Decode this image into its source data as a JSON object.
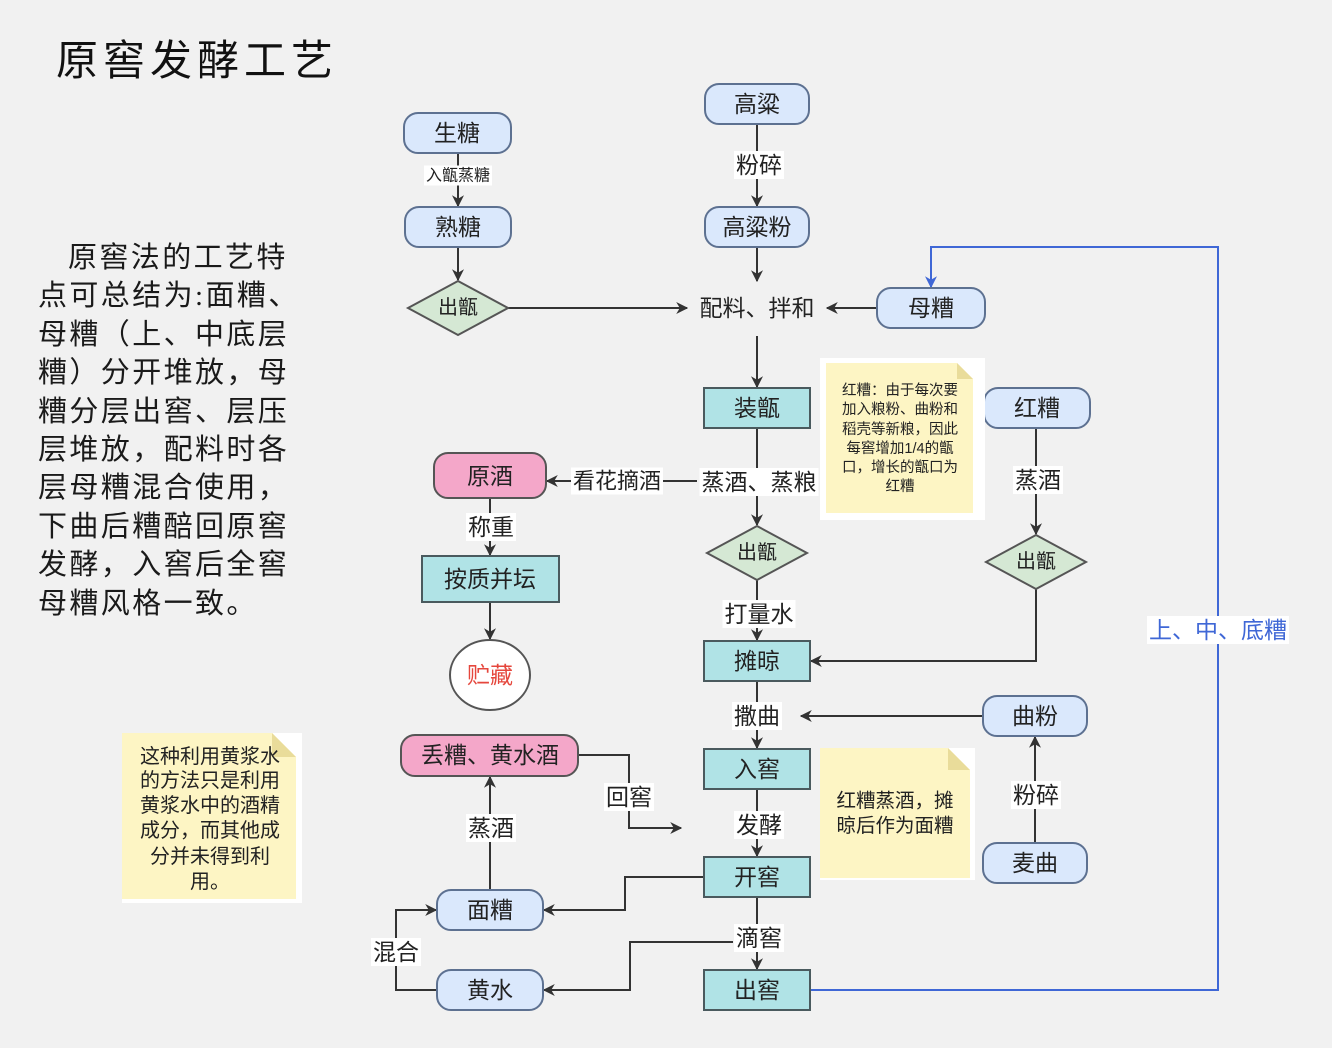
{
  "title": "原窖发酵工艺",
  "description": {
    "lines": [
      "原窖法的工艺特",
      "点可总结为:面糟、",
      "母糟（上、中底层",
      "糟）分开堆放，母",
      "糟分层出窖、层压",
      "层堆放，配料时各",
      "层母糟混合使用，",
      "下曲后糟醅回原窖",
      "发酵，入窖后全窖",
      "母糟风格一致。"
    ]
  },
  "notes": {
    "yellow_water": {
      "lines": [
        "这种利用黄浆水",
        "的方法只是利用",
        "黄浆水中的酒精",
        "成分，而其他成",
        "分并未得到利",
        "用。"
      ]
    },
    "red_grains": {
      "lines": [
        "红糟：由于每次要",
        "加入粮粉、曲粉和",
        "稻壳等新粮，因此",
        "每窖增加1/4的甑",
        "口，增长的甑口为",
        "红糟"
      ]
    },
    "red_grains_use": {
      "lines": [
        "红糟蒸酒，摊",
        "晾后作为面糟"
      ]
    }
  },
  "nodes": {
    "raw_sugar": "生糖",
    "cooked_sugar": "熟糖",
    "steam_out_1": "出甑",
    "sorghum": "高粱",
    "sorghum_flour": "高粱粉",
    "mixing": "配料、拌和",
    "mother_grains": "母糟",
    "load_still": "装甑",
    "distill_steam": "蒸酒、蒸粮",
    "raw_liquor": "原酒",
    "blend_jars": "按质并坛",
    "storage": "贮藏",
    "steam_out_2": "出甑",
    "red_grains": "红糟",
    "steam_out_3": "出甑",
    "spread_cool": "摊晾",
    "qu_powder": "曲粉",
    "wheat_qu": "麦曲",
    "into_pit": "入窖",
    "open_pit": "开窖",
    "out_pit": "出窖",
    "surface_grains": "面糟",
    "yellow_water": "黄水",
    "discard": "丢糟、黄水酒"
  },
  "edge_labels": {
    "into_still_steam_sugar": "入甑蒸糖",
    "crush_sorghum": "粉碎",
    "pick_liquor": "看花摘酒",
    "weigh": "称重",
    "add_water": "打量水",
    "steam_red_grains": "蒸酒",
    "sprinkle_qu": "撒曲",
    "crush_wheat_qu": "粉碎",
    "ferment": "发酵",
    "drain_pit": "滴窖",
    "return_pit": "回窖",
    "steam_surface_grains": "蒸酒",
    "mix": "混合",
    "layer_grains": "上、中、底糟"
  },
  "colors": {
    "background": "#f1f1f1",
    "text": "#222222",
    "node_blue_fill": "#dae8fc",
    "node_stroke": "#5d7191",
    "decision_fill": "#d5e8d4",
    "process_fill": "#b0e3e6",
    "pink_fill": "#f4a7c9",
    "note_fill": "#fdf5c4",
    "note_fold": "#e9dc9a",
    "storage_text": "#e5473d",
    "loop_blue": "#3f67d6",
    "edge": "#333333"
  }
}
